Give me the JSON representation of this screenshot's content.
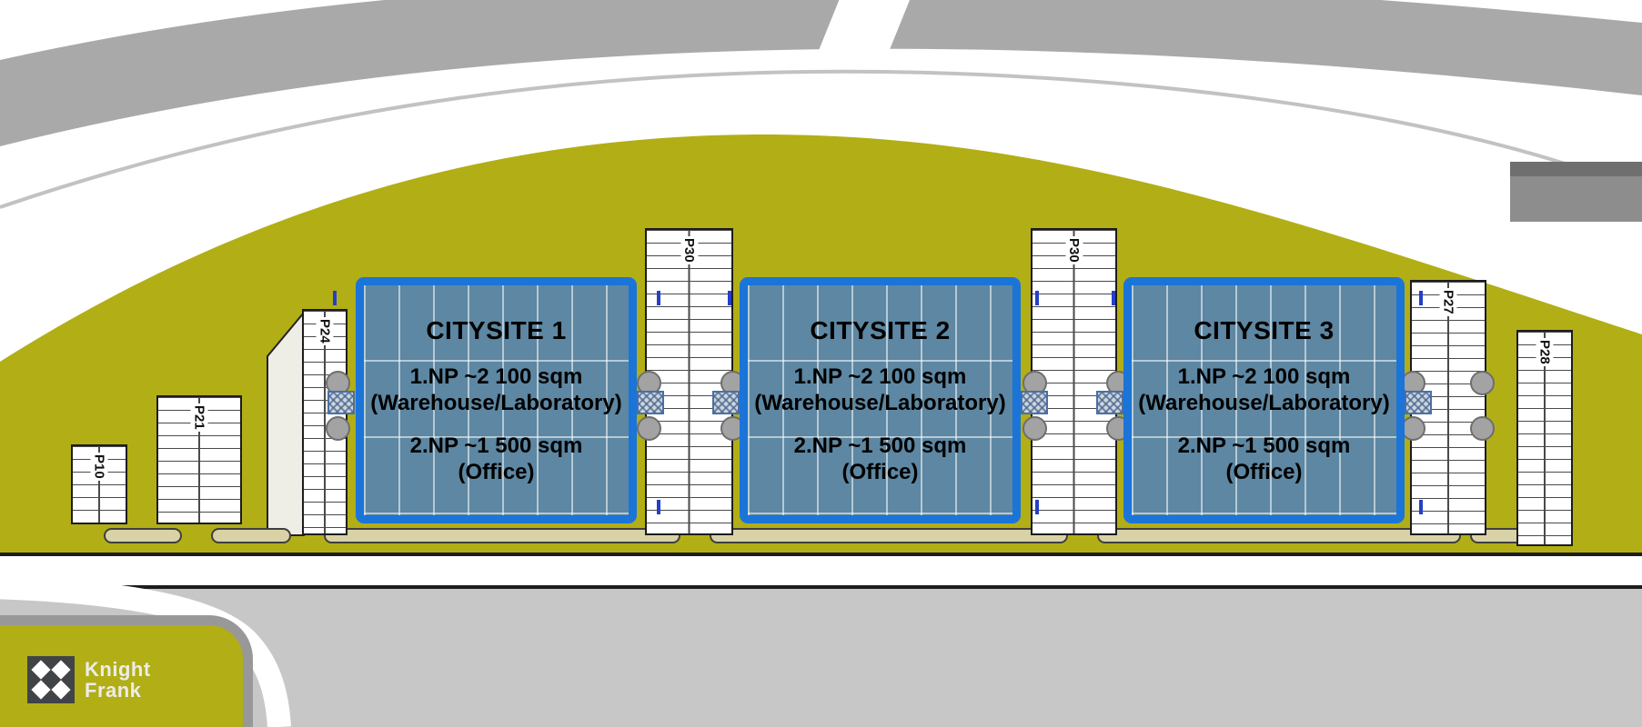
{
  "colors": {
    "accent_blue": "#1b74d8",
    "grass_olive": "#b2ae16",
    "building_fill": "#5d87a2",
    "road_gray": "#a9a9a9"
  },
  "sites": [
    {
      "title": "CITYSITE 1",
      "floor1": "1.NP  ~2 100 sqm",
      "floor1_use": "(Warehouse/Laboratory)",
      "floor2": "2.NP  ~1 500 sqm",
      "floor2_use": "(Office)"
    },
    {
      "title": "CITYSITE 2",
      "floor1": "1.NP  ~2 100 sqm",
      "floor1_use": "(Warehouse/Laboratory)",
      "floor2": "2.NP  ~1 500 sqm",
      "floor2_use": "(Office)"
    },
    {
      "title": "CITYSITE 3",
      "floor1": "1.NP  ~2 100 sqm",
      "floor1_use": "(Warehouse/Laboratory)",
      "floor2": "2.NP  ~1 500 sqm",
      "floor2_use": "(Office)"
    }
  ],
  "parking": [
    {
      "label": "P10"
    },
    {
      "label": "P21"
    },
    {
      "label": "P24"
    },
    {
      "label": "P30"
    },
    {
      "label": "P30"
    },
    {
      "label": "P27"
    },
    {
      "label": "P28"
    }
  ],
  "logo": {
    "line1": "Knight",
    "line2": "Frank"
  }
}
